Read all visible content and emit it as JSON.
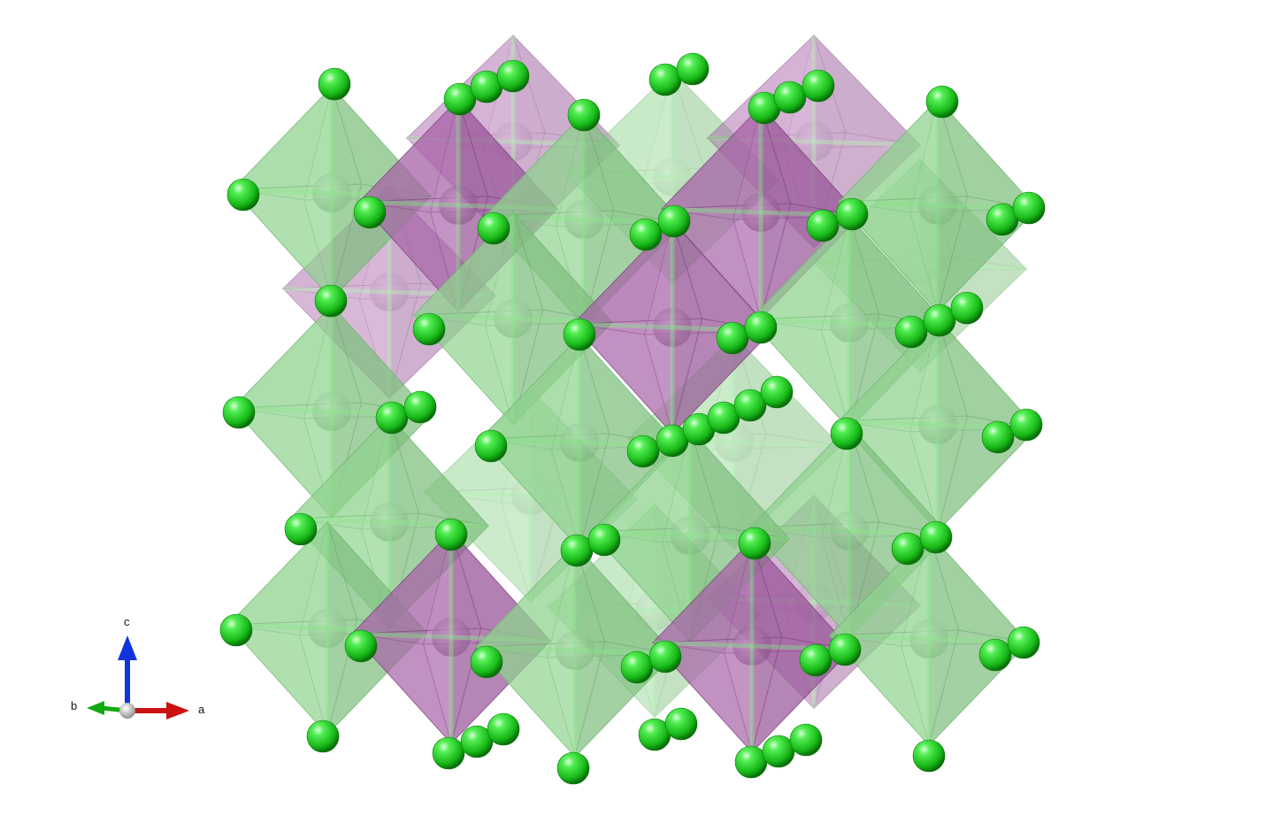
{
  "viewer": {
    "background": "#ffffff",
    "colors": {
      "green_polyhedron_fill": "#8fd38f",
      "green_polyhedron_edge": "#6fb56f",
      "purple_polyhedron_fill": "#a863a8",
      "purple_polyhedron_edge": "#7e3f7e",
      "ligand_atom": "#2fd62f",
      "center_atom_green": "#8fc98f",
      "center_atom_purple": "#9a4f9a",
      "bond": "#7be07b"
    }
  },
  "axes": {
    "a_label": "a",
    "b_label": "b",
    "c_label": "c",
    "a_color": "#cc1111",
    "b_color": "#11aa11",
    "c_color": "#1133dd",
    "origin_color": "#bbbbbb"
  }
}
